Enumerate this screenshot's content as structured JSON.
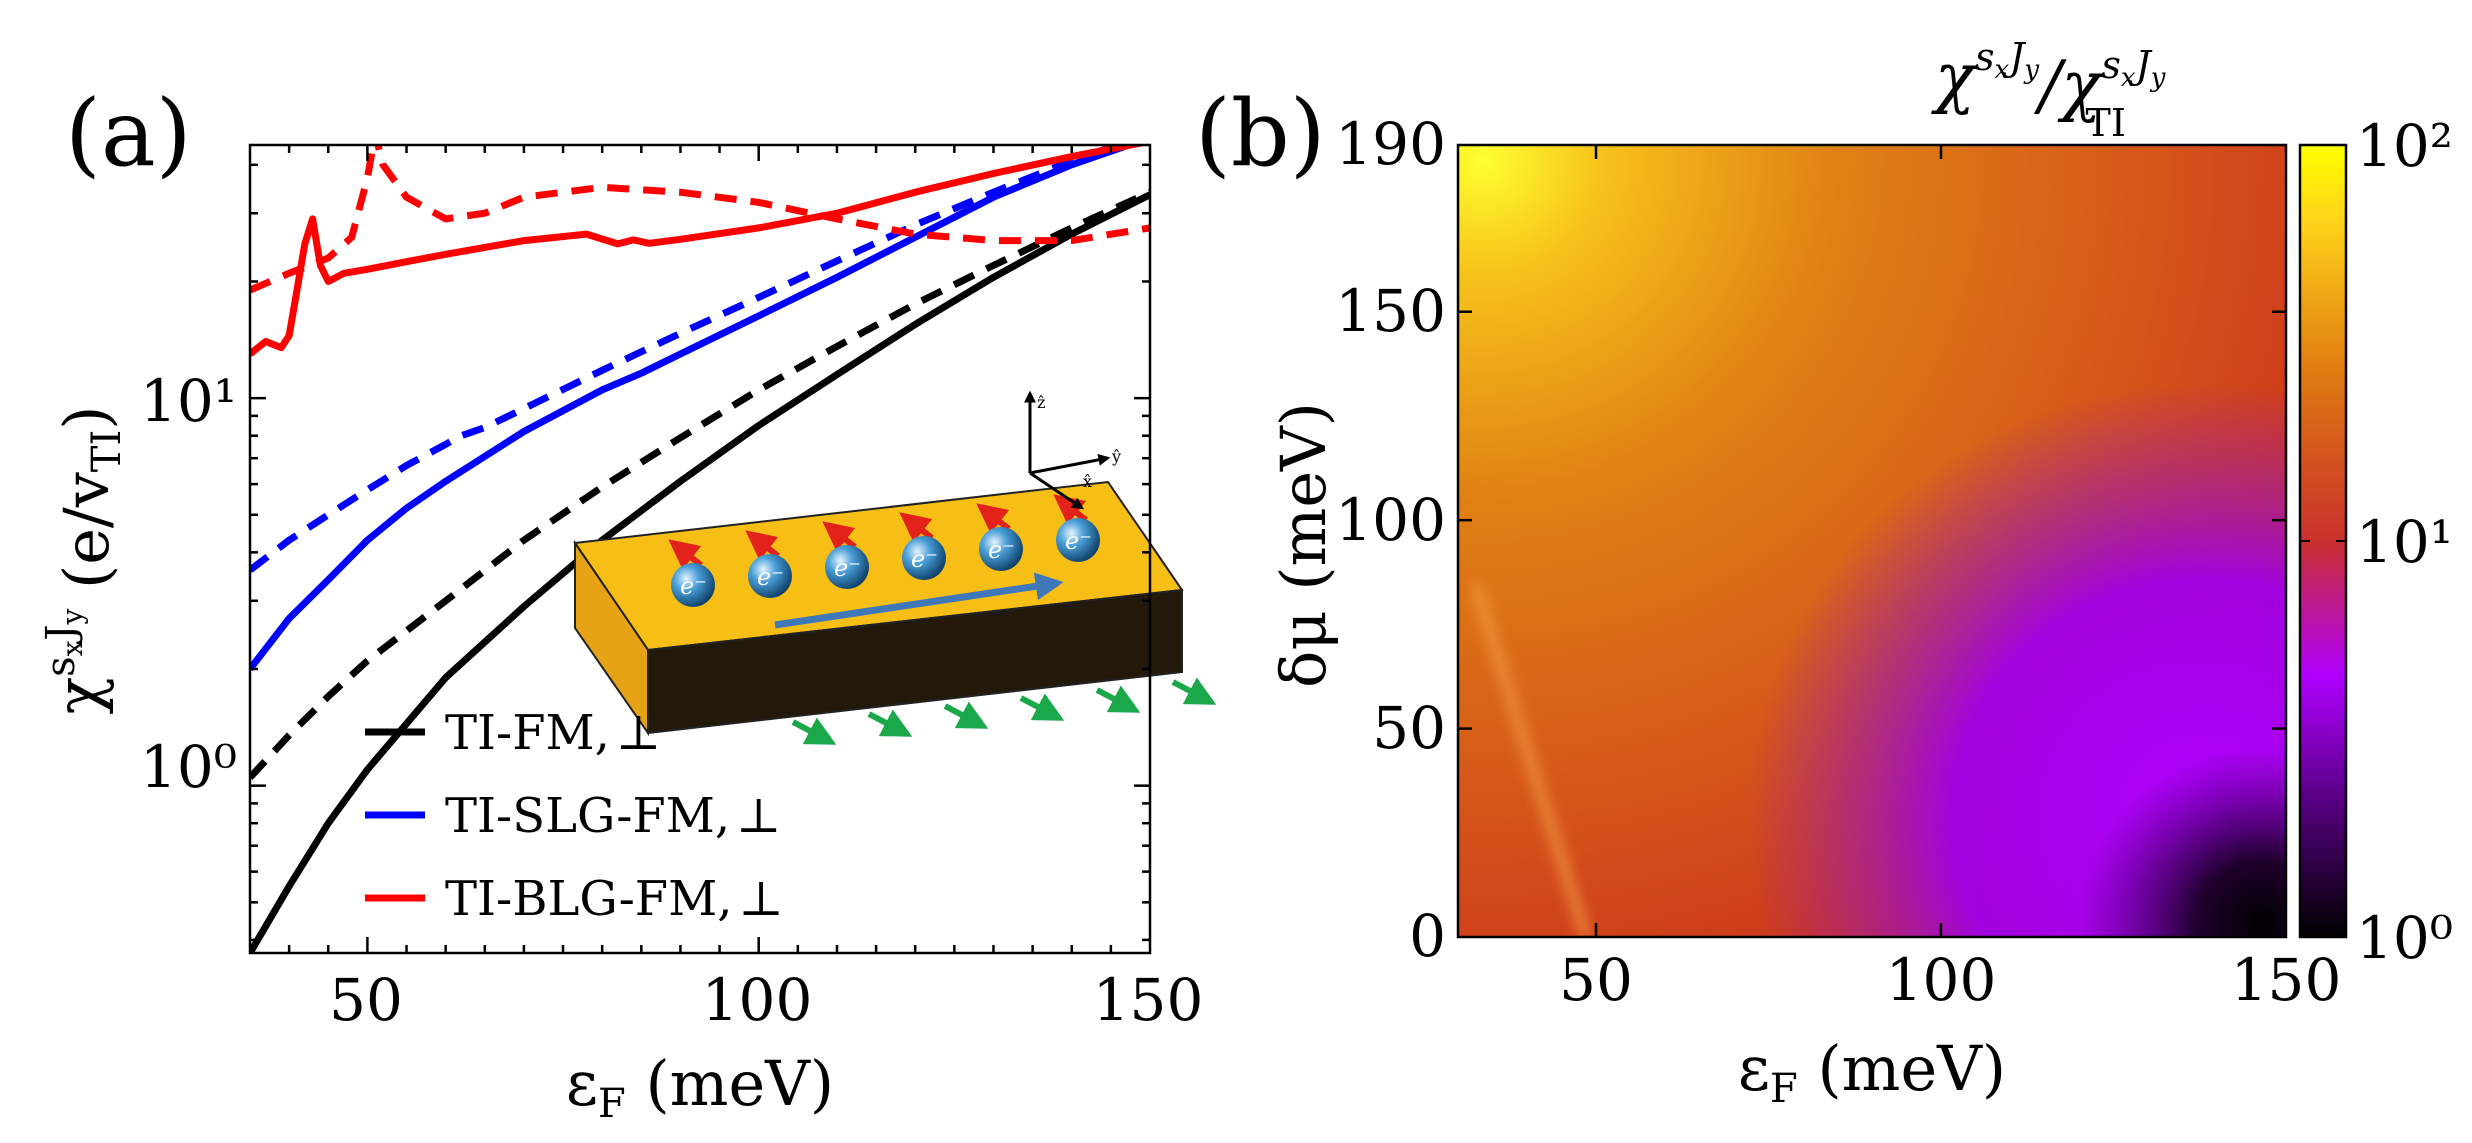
{
  "chart_data": [
    {
      "panel_label": "(a)",
      "type": "line",
      "xlabel": "εF (meV)",
      "ylabel": "χ^{sx Jy} (e/vTI)",
      "xlim": [
        35,
        150
      ],
      "ylim": [
        0.37,
        45
      ],
      "yscale": "log",
      "xticks": [
        "50",
        "100",
        "150"
      ],
      "yticks": [
        "10⁰",
        "10¹"
      ],
      "legend_position": "lower-center",
      "series": [
        {
          "name": "TI-FM,⊥",
          "color": "#000000",
          "style": "solid",
          "x": [
            35,
            40,
            45,
            50,
            60,
            70,
            80,
            90,
            100,
            110,
            120,
            130,
            140,
            150
          ],
          "y": [
            0.37,
            0.55,
            0.8,
            1.1,
            1.9,
            2.9,
            4.3,
            6.1,
            8.5,
            11.5,
            15.5,
            20.5,
            26.5,
            33.5
          ]
        },
        {
          "name": "",
          "color": "#000000",
          "style": "dashed",
          "x": [
            35,
            40,
            45,
            50,
            60,
            70,
            80,
            90,
            100,
            110,
            120,
            130,
            140,
            150
          ],
          "y": [
            1.05,
            1.35,
            1.7,
            2.1,
            3.0,
            4.3,
            5.9,
            7.9,
            10.5,
            13.6,
            17.5,
            22,
            27.5,
            34
          ]
        },
        {
          "name": "TI-SLG-FM,⊥",
          "color": "#0000ff",
          "style": "solid",
          "x": [
            35,
            40,
            45,
            50,
            55,
            60,
            70,
            80,
            85,
            90,
            100,
            110,
            120,
            130,
            140,
            150
          ],
          "y": [
            2.0,
            2.7,
            3.4,
            4.3,
            5.2,
            6.1,
            8.2,
            10.5,
            11.6,
            13.0,
            16.3,
            20.5,
            26,
            33,
            40,
            47
          ]
        },
        {
          "name": "",
          "color": "#0000ff",
          "style": "dashed",
          "x": [
            35,
            40,
            45,
            50,
            55,
            60,
            62,
            65,
            70,
            80,
            90,
            100,
            110,
            120,
            130,
            140,
            150
          ],
          "y": [
            3.6,
            4.3,
            5.0,
            5.8,
            6.7,
            7.6,
            8.0,
            8.4,
            9.4,
            11.8,
            14.7,
            18.2,
            22.6,
            28,
            34,
            41,
            48
          ]
        },
        {
          "name": "TI-BLG-FM,⊥",
          "color": "#ff0000",
          "style": "solid",
          "x": [
            35,
            37,
            39,
            40,
            41,
            42,
            43,
            44,
            45,
            47,
            50,
            55,
            60,
            70,
            78,
            82,
            84,
            86,
            90,
            100,
            110,
            120,
            130,
            140,
            150
          ],
          "y": [
            13,
            14,
            13.5,
            14.5,
            19,
            25,
            29,
            22,
            20,
            21,
            21.5,
            22.5,
            23.5,
            25.5,
            26.5,
            25.0,
            25.6,
            25.1,
            25.7,
            27.5,
            30,
            34,
            38,
            42,
            46
          ]
        },
        {
          "name": "",
          "color": "#ff0000",
          "style": "dashed",
          "x": [
            35,
            40,
            45,
            48,
            50,
            51,
            52,
            55,
            60,
            65,
            70,
            80,
            90,
            100,
            110,
            120,
            125,
            130,
            140,
            150
          ],
          "y": [
            19,
            21,
            23,
            26,
            37,
            48,
            40,
            33,
            29,
            30,
            33,
            35,
            34,
            32,
            29,
            26.5,
            26,
            25.5,
            25.5,
            27.5
          ]
        }
      ]
    },
    {
      "panel_label": "(b)",
      "type": "heatmap",
      "title": "χ^{sx Jy}/χ^{sx Jy}_TI",
      "xlabel": "εF (meV)",
      "ylabel": "δμ (meV)",
      "xlim": [
        30,
        150
      ],
      "ylim": [
        0,
        190
      ],
      "xticks": [
        "50",
        "100",
        "150"
      ],
      "yticks": [
        "0",
        "50",
        "100",
        "150",
        "190"
      ],
      "colorbar": {
        "scale": "log",
        "range": [
          1,
          100
        ],
        "ticks": [
          "10⁰",
          "10¹",
          "10²"
        ],
        "colors": [
          "#000000",
          "#6a00a8",
          "#b000ff",
          "#c9302c",
          "#e07d10",
          "#ffff00"
        ]
      }
    }
  ],
  "legend": [
    {
      "label": "TI-FM,",
      "symbol": "⊥",
      "color": "#000000"
    },
    {
      "label": "TI-SLG-FM,",
      "symbol": "⊥",
      "color": "#0000ff"
    },
    {
      "label": "TI-BLG-FM,",
      "symbol": "⊥",
      "color": "#ff0000"
    }
  ],
  "inset": {
    "particle_label": "e⁻",
    "particles": 6,
    "axis_labels": [
      "ẑ",
      "ŷ",
      "x̂"
    ]
  }
}
